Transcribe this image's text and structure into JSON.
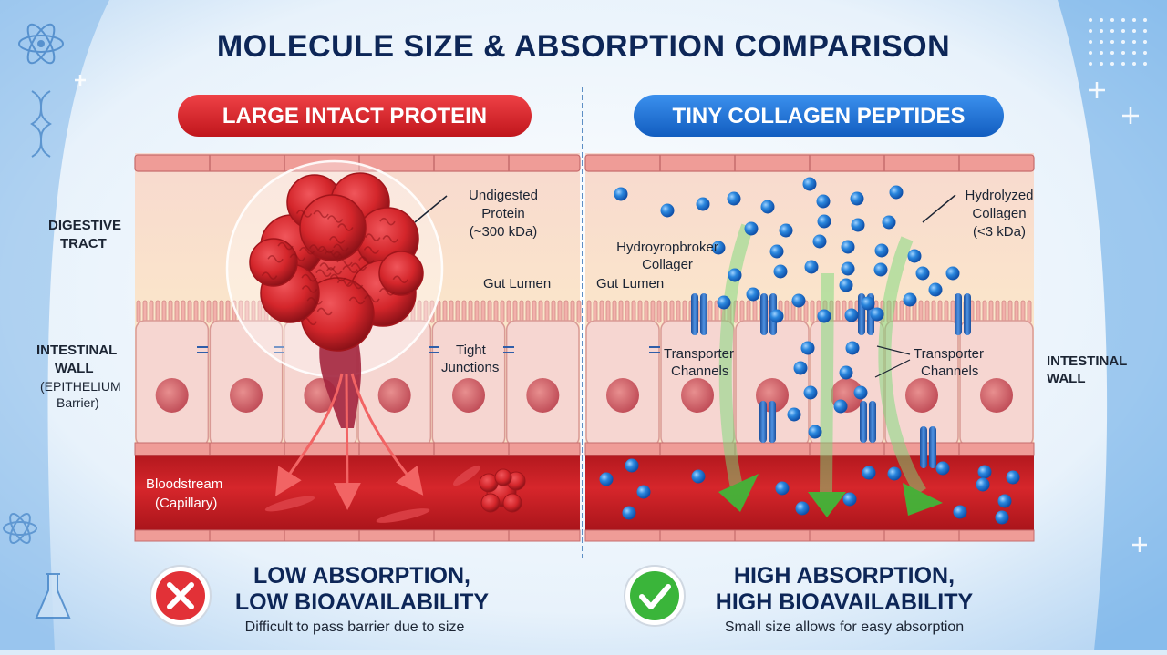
{
  "title": "MOLECULE SIZE & ABSORPTION COMPARISON",
  "left": {
    "pill": "LARGE INTACT PROTEIN",
    "protein_label": [
      "Undigested",
      "Protein",
      "(~300 kDa)"
    ],
    "gut_lumen": "Gut Lumen",
    "junction_label": [
      "Tight",
      "Junctions"
    ],
    "blood_label": [
      "Bloodstream",
      "(Capillary)"
    ],
    "result_title": [
      "LOW ABSORPTION,",
      "LOW BIOAVAILABILITY"
    ],
    "result_sub": "Difficult to pass barrier due to size"
  },
  "right": {
    "pill": "TINY COLLAGEN PEPTIDES",
    "peptide_label": [
      "Hydrolyzed",
      "Collagen",
      "(<3 kDa)"
    ],
    "hydro_label": [
      "Hydroyropbroker",
      "Collager"
    ],
    "gut_lumen": "Gut Lumen",
    "transporter_left": [
      "Transporter",
      "Channels"
    ],
    "transporter_right": [
      "Transporter",
      "Channels"
    ],
    "result_title": [
      "HIGH ABSORPTION,",
      "HIGH BIOAVAILABILITY"
    ],
    "result_sub": "Small size allows for easy absorption"
  },
  "side_labels": {
    "digestive": [
      "DIGESTIVE",
      "TRACT"
    ],
    "intestinal_left": [
      "INTESTINAL",
      "WALL",
      "(EPITHELIUM",
      "Barrier)"
    ],
    "intestinal_right": [
      "INTESTINAL",
      "WALL"
    ]
  },
  "colors": {
    "title": "#0d2657",
    "red_pill": "#d8262c",
    "blue_pill": "#1c6fd6",
    "tissue": "#f5cfc9",
    "blood": "#c61f25",
    "peptide": "#2a86dd",
    "arrow_green": "#3bbd3a",
    "protein": "#d4262b"
  },
  "icons": [
    "atom-icon",
    "dna-icon",
    "flask-icon",
    "x-mark-icon",
    "check-mark-icon",
    "plus-sparkle-icon"
  ]
}
